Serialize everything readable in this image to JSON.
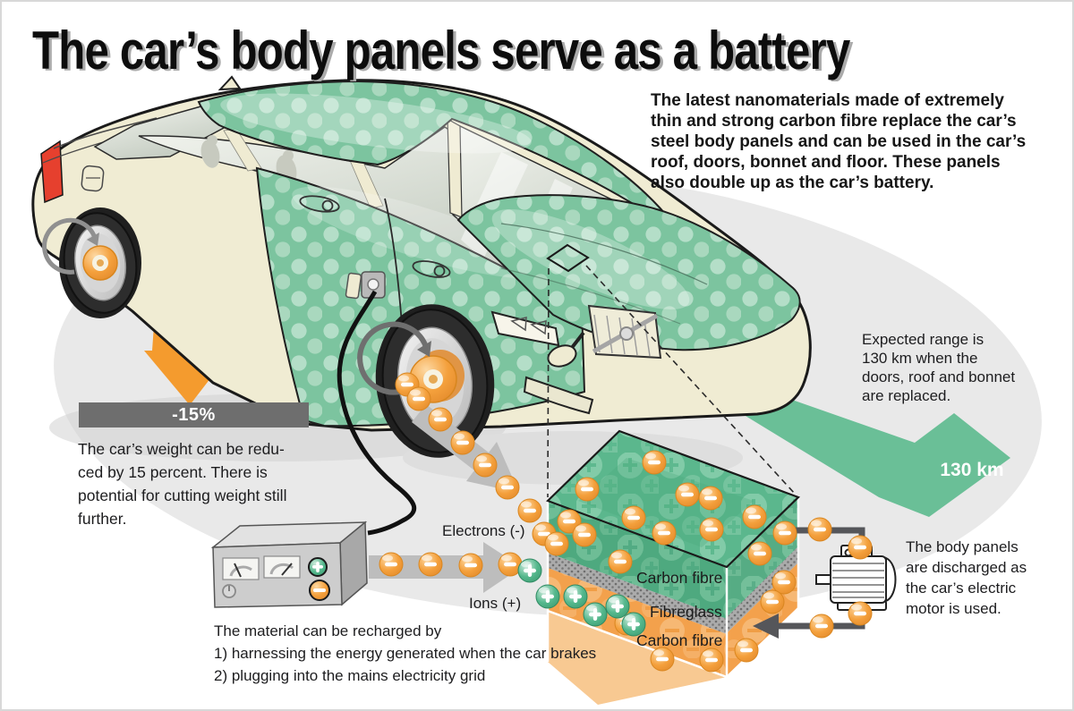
{
  "title": "The car’s body panels serve as a battery",
  "intro": {
    "lines": [
      "The latest nanomaterials made of extremely",
      "thin and strong carbon fibre replace the car’s",
      "steel body panels and can be used in the car’s",
      "roof, doors, bonnet and floor. These panels",
      "also double up as the car’s battery."
    ]
  },
  "weight": {
    "badge": "-15%",
    "lines": [
      "The car’s weight can be redu-",
      "ced by 15 percent. There is",
      "potential for cutting weight still",
      "further."
    ]
  },
  "range": {
    "lines": [
      "Expected range is",
      "130 km when the",
      "doors, roof and bonnet",
      "are replaced."
    ],
    "arrow_label": "130 km"
  },
  "flow": {
    "electrons_label": "Electrons (-)",
    "ions_label": "Ions (+)"
  },
  "battery": {
    "layers": [
      "Carbon fibre",
      "Fibreglass",
      "Carbon fibre"
    ]
  },
  "discharge": {
    "lines": [
      "The body panels",
      "are discharged as",
      "the car’s electric",
      "motor is used."
    ]
  },
  "recharge": {
    "lines": [
      "The material can be recharged by",
      "1) harnessing the energy generated when the car brakes",
      "2) plugging into the mains electricity grid"
    ]
  },
  "colors": {
    "green": "#5cb98e",
    "orange": "#f49d3a",
    "gray_arrow": "#bdbdbd",
    "wire_gray": "#55565a",
    "badge_gray": "#6e6e6e",
    "body_cream": "#f0ecd3",
    "tail_red": "#e6402e",
    "background_blob": "#e9e9e9"
  }
}
